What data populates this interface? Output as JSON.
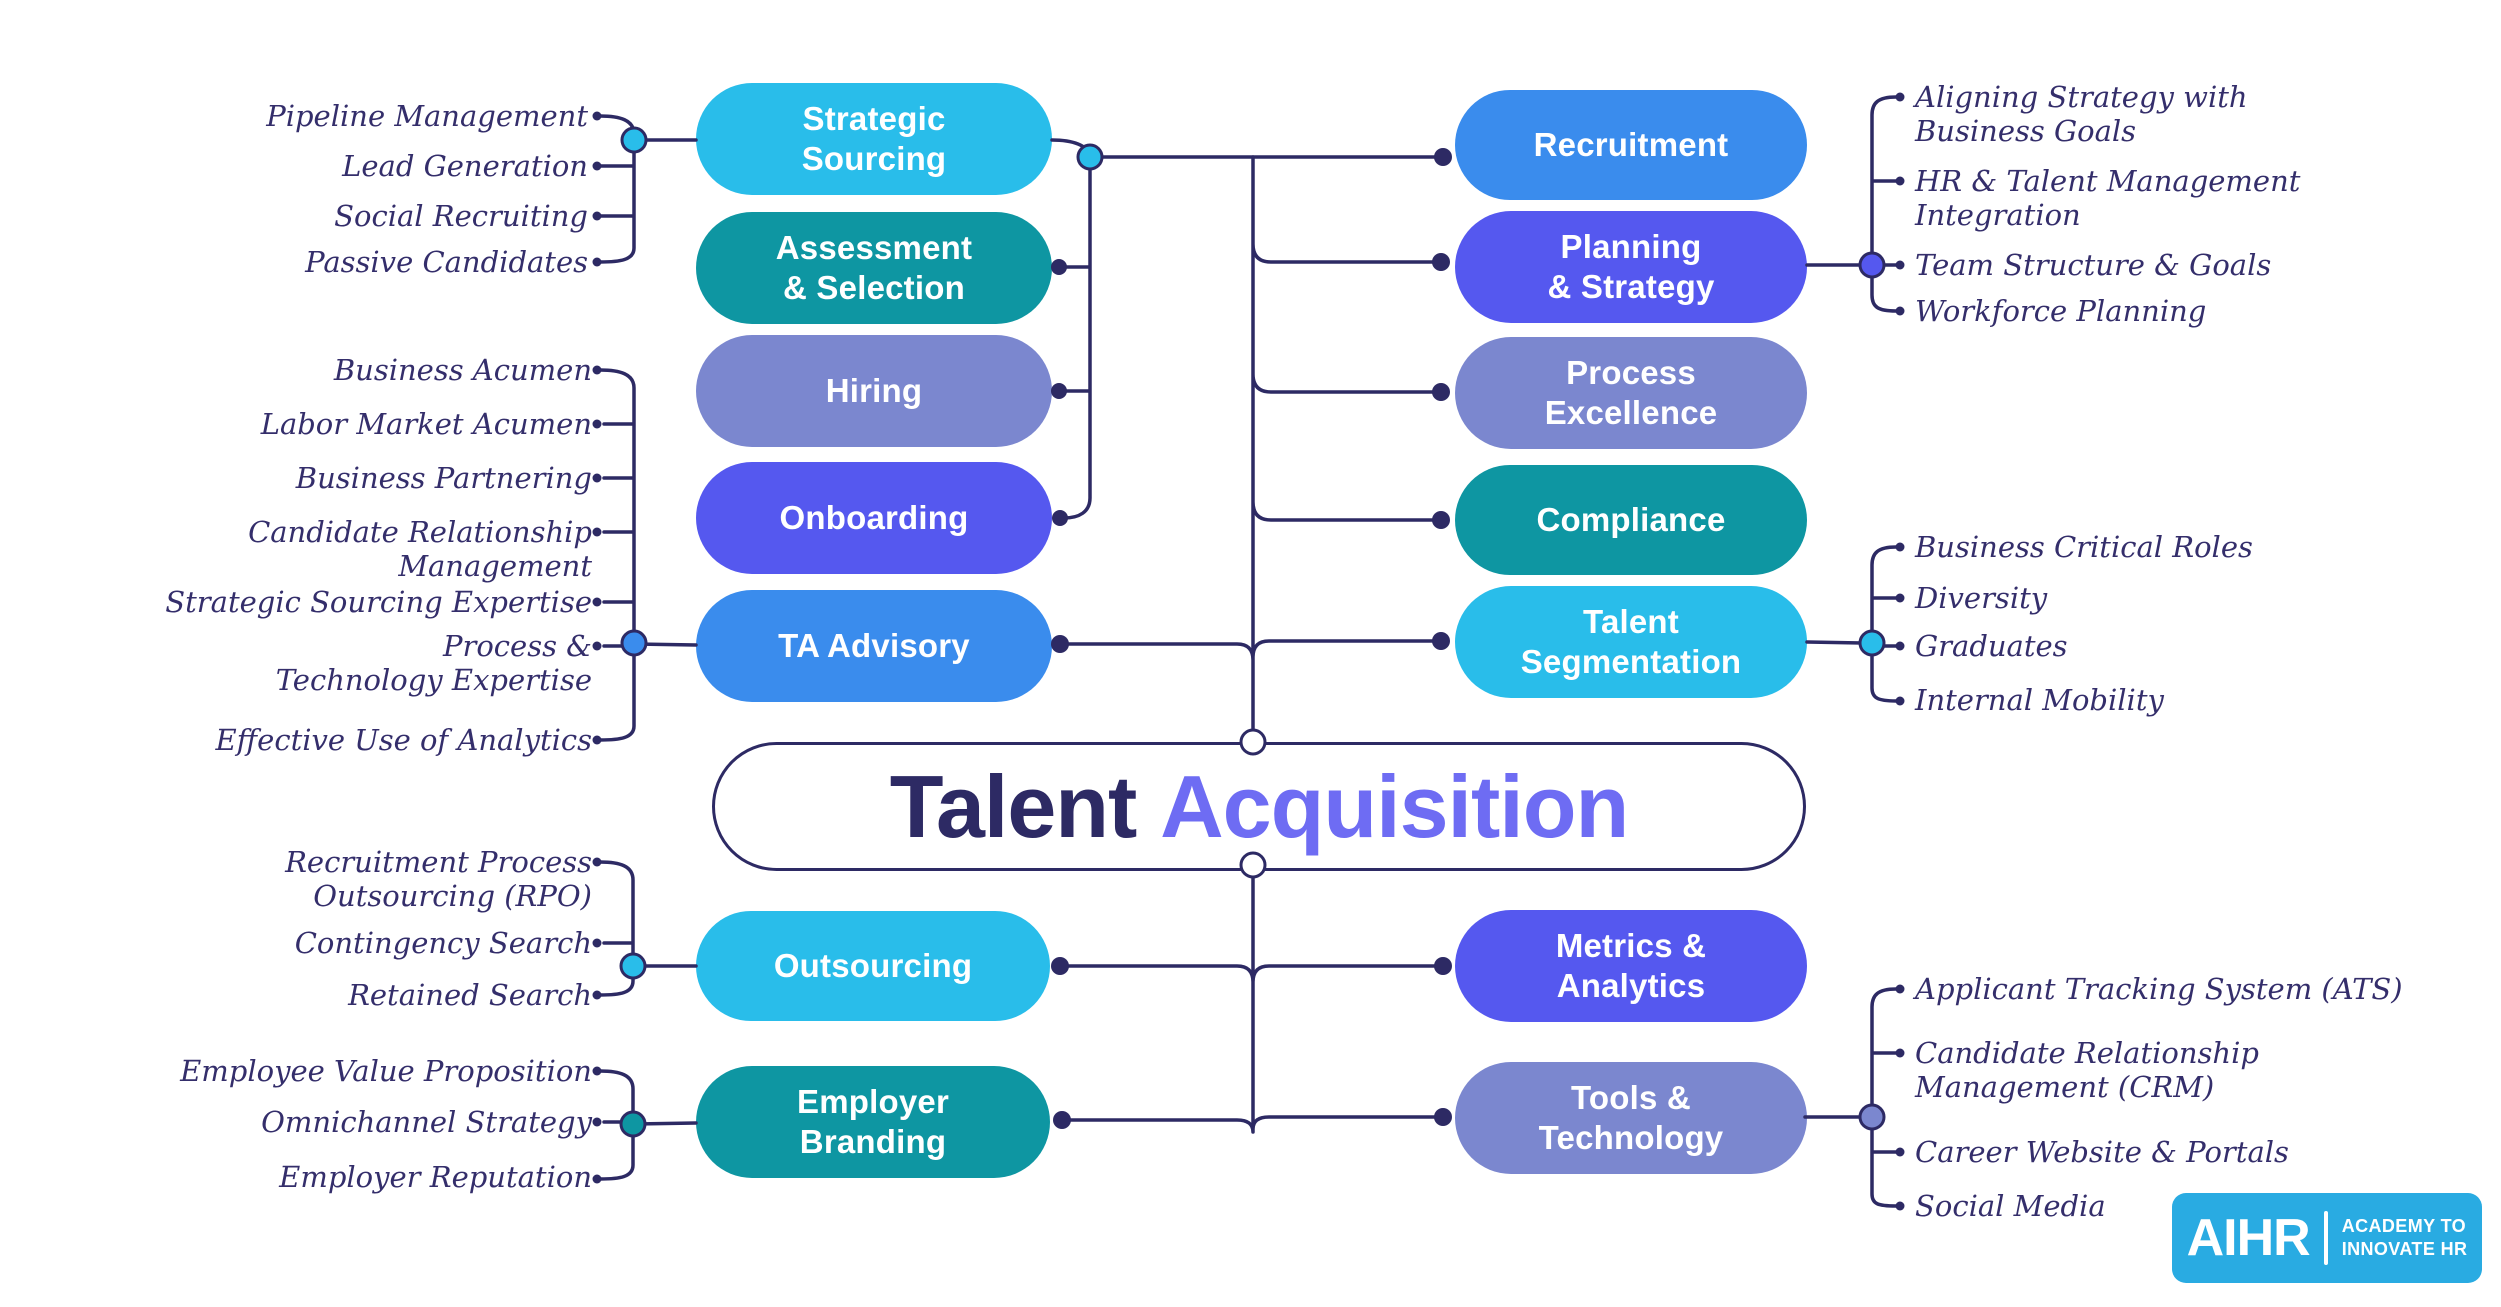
{
  "title": {
    "word1": "Talent",
    "word2": "Acquisition"
  },
  "colors": {
    "cyan": "#29bdea",
    "teal": "#0e96a2",
    "periwinkle": "#7b87cf",
    "indigo": "#5558ef",
    "blue": "#3a8ced",
    "line": "#2d2a64",
    "label_text": "#342e6b",
    "title_accent": "#6e6cf3",
    "logo_background": "#29abe2"
  },
  "pills": {
    "left_top": [
      {
        "line1": "Strategic",
        "line2": "Sourcing",
        "color": "cyan"
      },
      {
        "line1": "Assessment",
        "line2": "& Selection",
        "color": "teal"
      },
      {
        "line1": "Hiring",
        "color": "periwinkle"
      },
      {
        "line1": "Onboarding",
        "color": "indigo"
      },
      {
        "line1": "TA Advisory",
        "color": "blue"
      }
    ],
    "right_top": [
      {
        "line1": "Recruitment",
        "color": "blue"
      },
      {
        "line1": "Planning",
        "line2": "& Strategy",
        "color": "indigo"
      },
      {
        "line1": "Process",
        "line2": "Excellence",
        "color": "periwinkle"
      },
      {
        "line1": "Compliance",
        "color": "teal"
      },
      {
        "line1": "Talent",
        "line2": "Segmentation",
        "color": "cyan"
      }
    ],
    "left_bottom": [
      {
        "line1": "Outsourcing",
        "color": "cyan"
      },
      {
        "line1": "Employer",
        "line2": "Branding",
        "color": "teal"
      }
    ],
    "right_bottom": [
      {
        "line1": "Metrics &",
        "line2": "Analytics",
        "color": "indigo"
      },
      {
        "line1": "Tools &",
        "line2": "Technology",
        "color": "periwinkle"
      }
    ]
  },
  "labels": {
    "strategic_sourcing": [
      {
        "line1": "Pipeline Management"
      },
      {
        "line1": "Lead Generation"
      },
      {
        "line1": "Social Recruiting"
      },
      {
        "line1": "Passive Candidates"
      }
    ],
    "ta_advisory": [
      {
        "line1": "Business Acumen"
      },
      {
        "line1": "Labor Market Acumen"
      },
      {
        "line1": "Business Partnering"
      },
      {
        "line1": "Candidate Relationship",
        "line2": "Management"
      },
      {
        "line1": "Strategic Sourcing Expertise"
      },
      {
        "line1": "Process &",
        "line2": "Technology Expertise"
      },
      {
        "line1": "Effective Use of Analytics"
      }
    ],
    "planning_strategy": [
      {
        "line1": "Aligning Strategy with",
        "line2": "Business Goals"
      },
      {
        "line1": "HR & Talent Management",
        "line2": "Integration"
      },
      {
        "line1": "Team Structure & Goals"
      },
      {
        "line1": "Workforce Planning"
      }
    ],
    "talent_segmentation": [
      {
        "line1": "Business Critical Roles"
      },
      {
        "line1": "Diversity"
      },
      {
        "line1": "Graduates"
      },
      {
        "line1": "Internal Mobility"
      }
    ],
    "outsourcing": [
      {
        "line1": "Recruitment Process",
        "line2": "Outsourcing (RPO)"
      },
      {
        "line1": "Contingency Search"
      },
      {
        "line1": "Retained Search"
      }
    ],
    "employer_branding": [
      {
        "line1": "Employee Value Proposition"
      },
      {
        "line1": "Omnichannel Strategy"
      },
      {
        "line1": "Employer Reputation"
      }
    ],
    "tools_technology": [
      {
        "line1": "Applicant Tracking System (ATS)"
      },
      {
        "line1": "Candidate Relationship",
        "line2": "Management (CRM)"
      },
      {
        "line1": "Career Website & Portals"
      },
      {
        "line1": "Social Media"
      }
    ]
  },
  "logo": {
    "brand": "AIHR",
    "tag1": "ACADEMY TO",
    "tag2": "INNOVATE HR"
  }
}
